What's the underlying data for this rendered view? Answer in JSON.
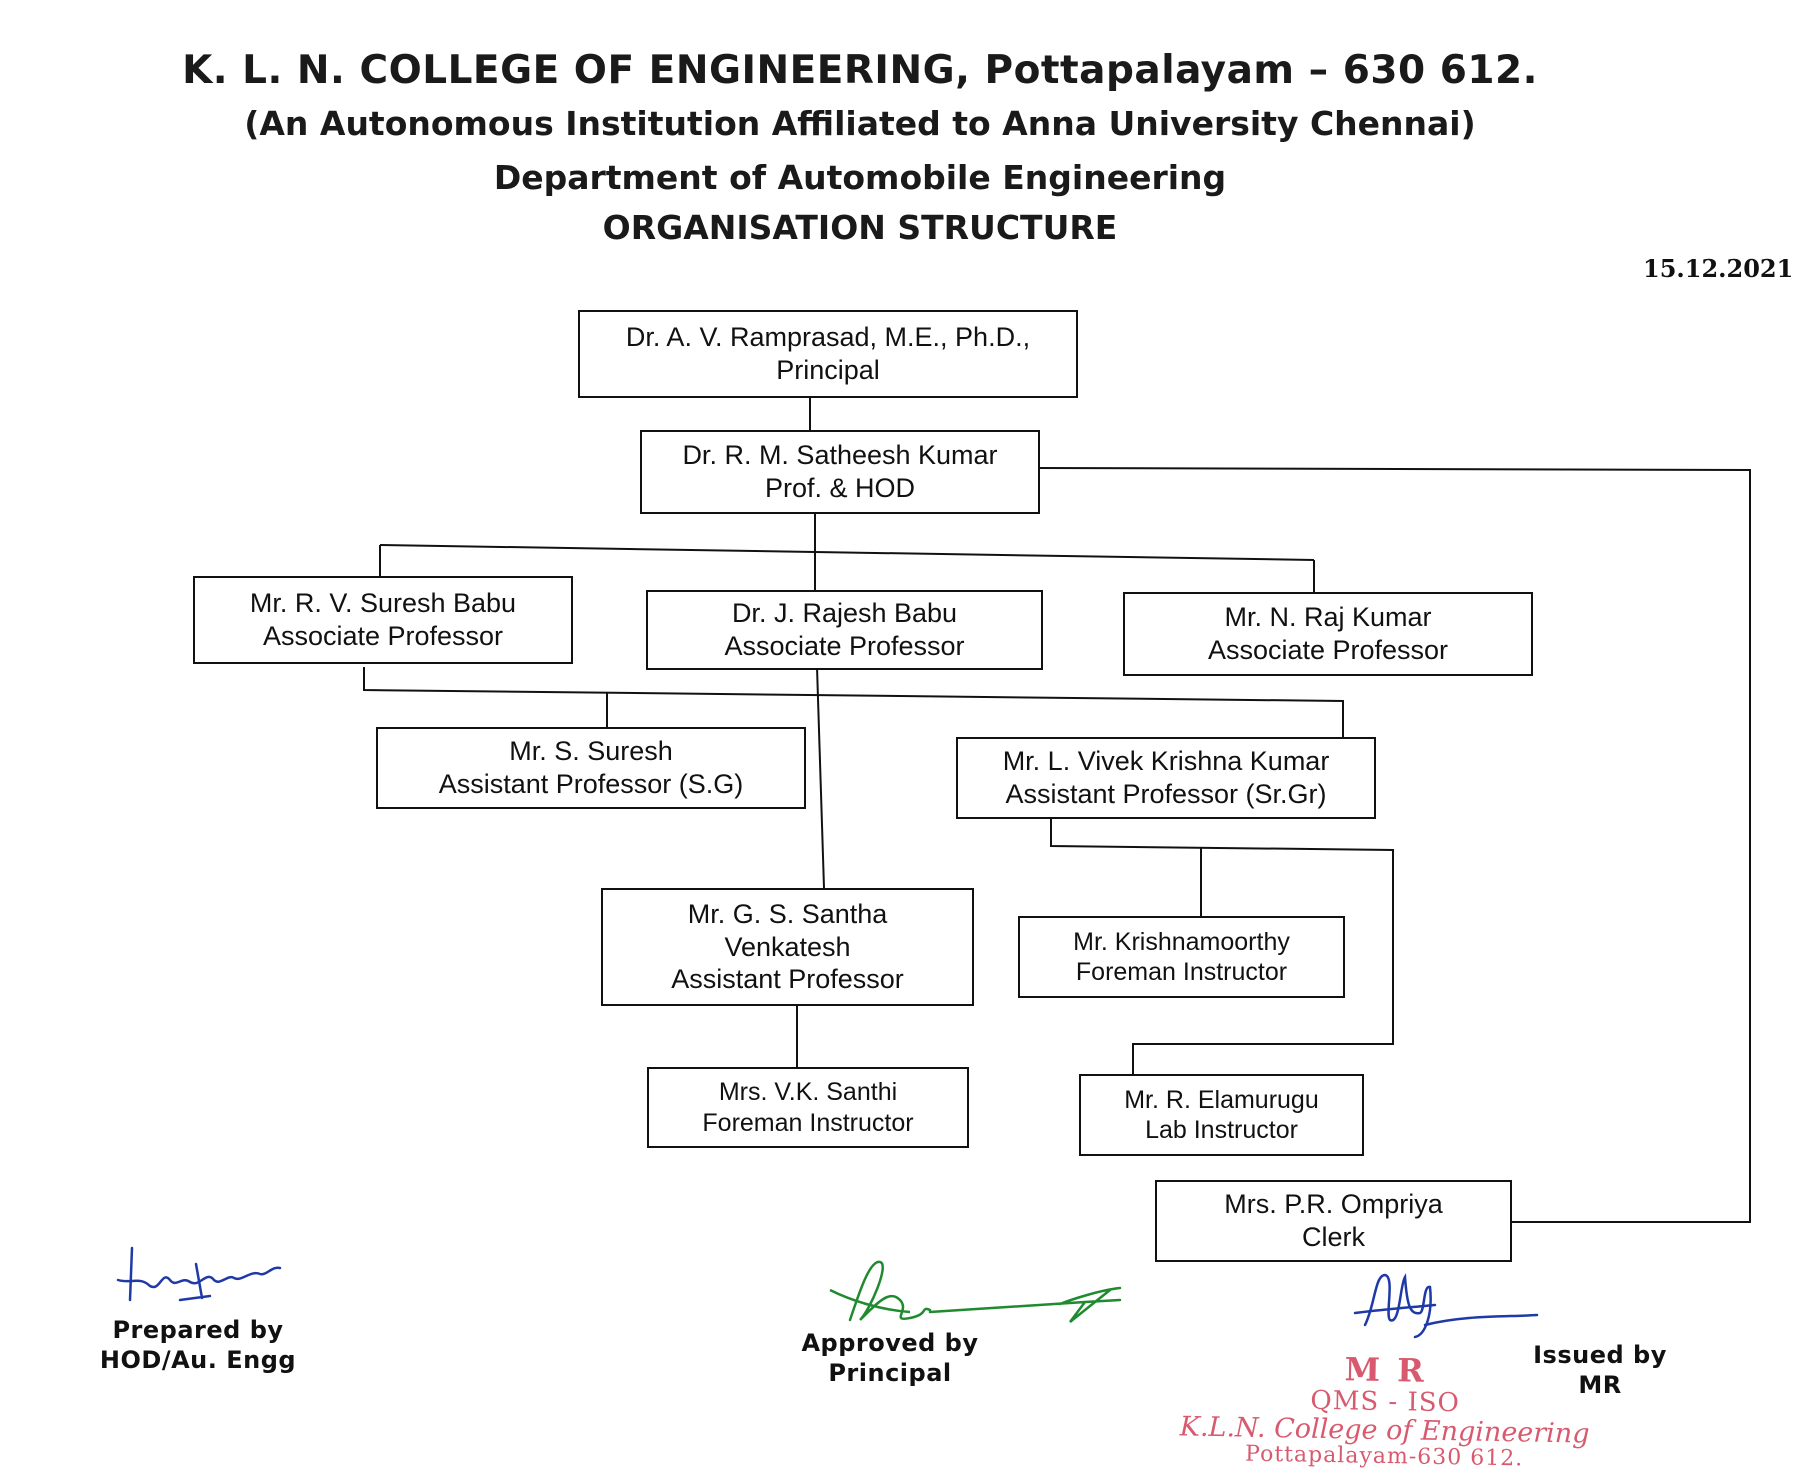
{
  "header": {
    "college": "K. L. N. COLLEGE OF ENGINEERING, Pottapalayam – 630 612.",
    "affiliation": "(An Autonomous Institution Affiliated to Anna University Chennai)",
    "department": "Department of Automobile Engineering",
    "title": "ORGANISATION STRUCTURE",
    "date": "15.12.2021"
  },
  "org": {
    "principal": {
      "name": "Dr. A. V. Ramprasad, M.E., Ph.D.,",
      "role": "Principal"
    },
    "hod": {
      "name": "Dr. R. M. Satheesh Kumar",
      "role": "Prof. & HOD"
    },
    "assoc1": {
      "name": "Mr. R. V. Suresh Babu",
      "role": "Associate Professor"
    },
    "assoc2": {
      "name": "Dr. J. Rajesh Babu",
      "role": "Associate Professor"
    },
    "assoc3": {
      "name": "Mr. N. Raj Kumar",
      "role": "Associate Professor"
    },
    "asst1": {
      "name": "Mr. S. Suresh",
      "role": "Assistant Professor (S.G)"
    },
    "asst2": {
      "name": "Mr. L. Vivek Krishna Kumar",
      "role": "Assistant Professor (Sr.Gr)"
    },
    "asst3": {
      "name_line1": "Mr. G. S. Santha",
      "name_line2": "Venkatesh",
      "role": "Assistant Professor"
    },
    "foreman1": {
      "name": "Mr. Krishnamoorthy",
      "role": "Foreman Instructor"
    },
    "foreman2": {
      "name": "Mrs. V.K. Santhi",
      "role": "Foreman Instructor"
    },
    "lab": {
      "name": "Mr. R. Elamurugu",
      "role": "Lab Instructor"
    },
    "clerk": {
      "name": "Mrs. P.R. Ompriya",
      "role": "Clerk"
    }
  },
  "signatures": {
    "prepared": {
      "line1": "Prepared by",
      "line2": "HOD/Au. Engg",
      "ink": "#1f3aa6"
    },
    "approved": {
      "line1": "Approved by",
      "line2": "Principal",
      "ink": "#1f8a2e"
    },
    "issued": {
      "line1": "Issued by",
      "line2": "MR",
      "ink": "#1f3aa6"
    }
  },
  "stamp": {
    "line1": "M R",
    "line2": "QMS - ISO",
    "line3": "K.L.N. College of Engineering",
    "line4": "Pottapalayam-630 612.",
    "color": "#d85a6f"
  }
}
